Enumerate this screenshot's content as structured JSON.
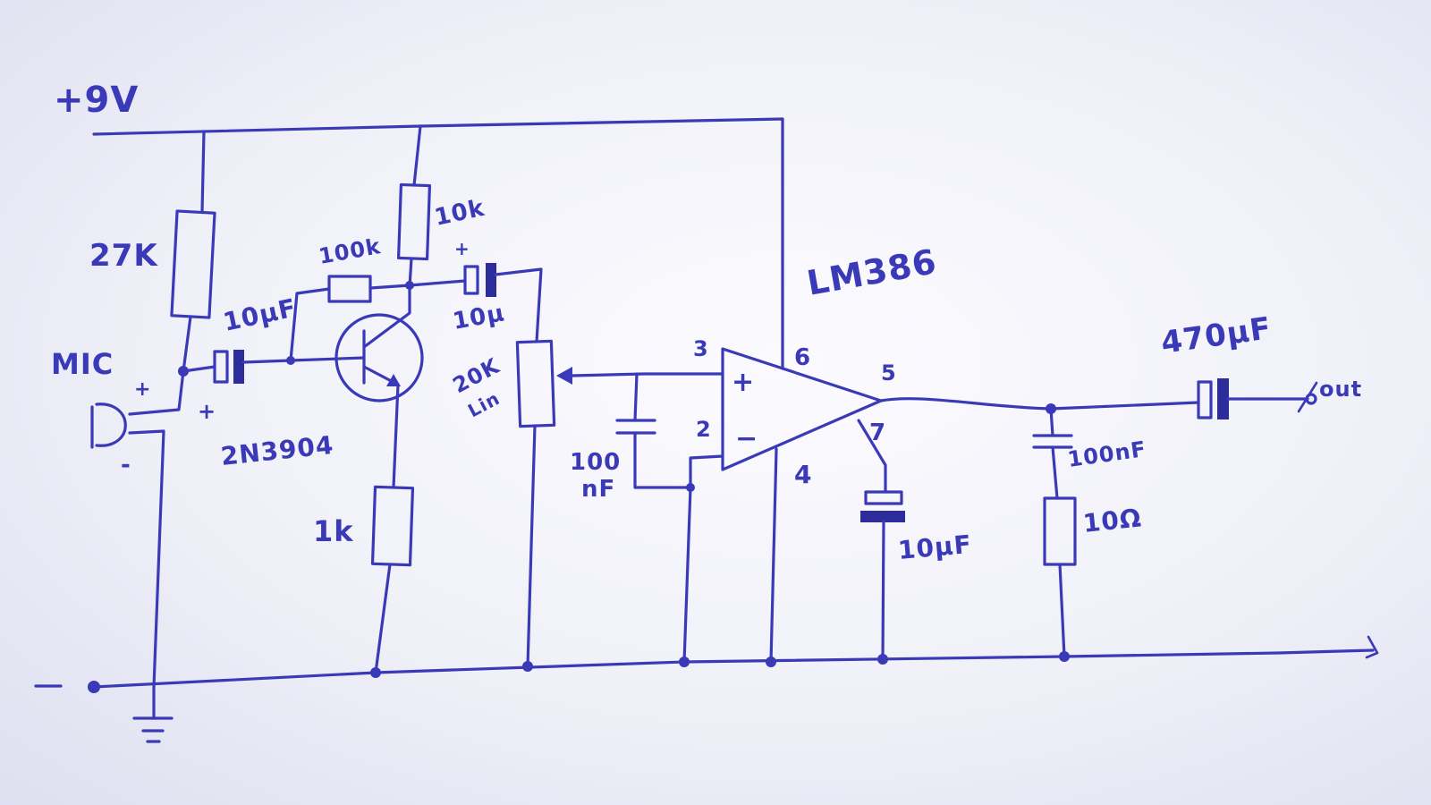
{
  "labels": {
    "supply": "+9V",
    "r_bias": "27K",
    "mic": "MIC",
    "mic_plus": "+",
    "mic_minus": "-",
    "c_in_value": "10μF",
    "c_in_plus": "+",
    "r_feedback": "100k",
    "r_collector": "10k",
    "c_coupling_plus": "+",
    "c_coupling_value": "10μ",
    "transistor": "2N3904",
    "r_emitter": "1k",
    "pot_value": "20K",
    "pot_taper": "Lin",
    "c_filter_value": "100",
    "c_filter_unit": "nF",
    "ic_name": "LM386",
    "pin3": "3",
    "pin2": "2",
    "pin6": "6",
    "pin4": "4",
    "pin5": "5",
    "pin7": "7",
    "in_plus": "+",
    "in_minus": "−",
    "c_bypass": "10μF",
    "c_out_value": "470μF",
    "out": "out",
    "c_zobel": "100nF",
    "r_zobel": "10Ω",
    "ground_terminal": "−"
  }
}
